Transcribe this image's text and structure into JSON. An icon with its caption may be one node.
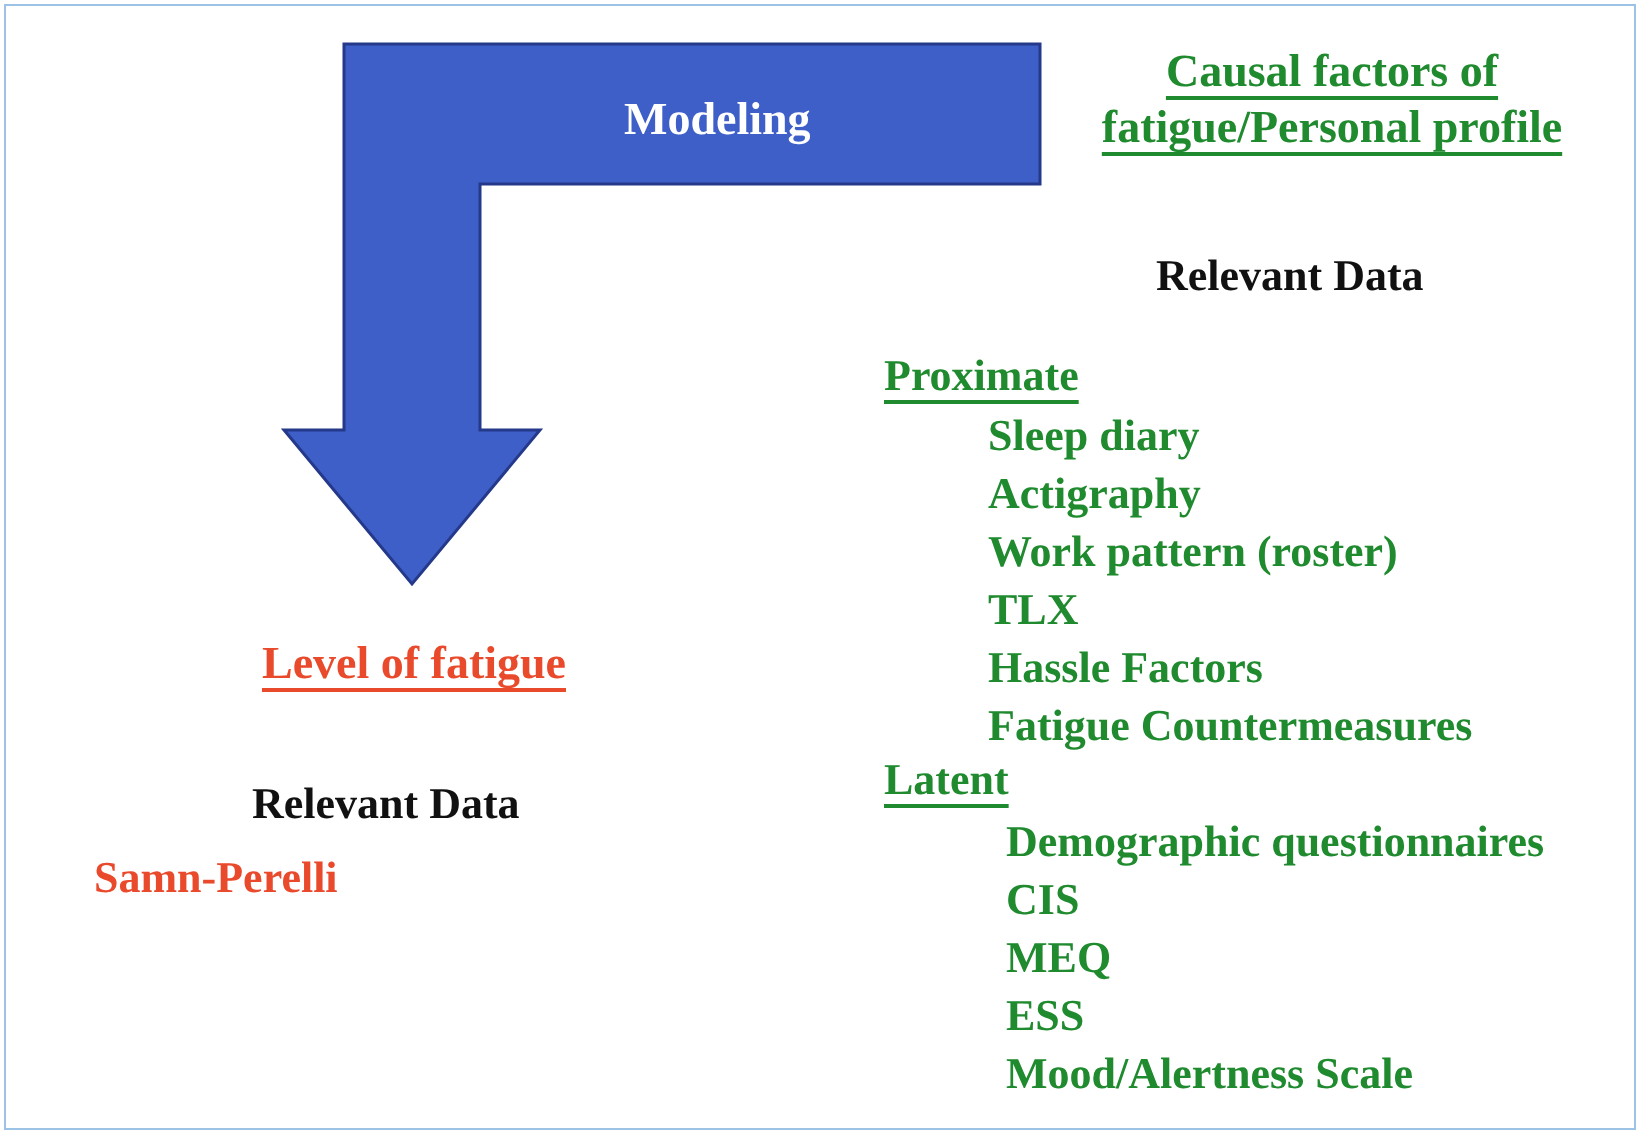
{
  "diagram": {
    "nodes": [
      {
        "text": [
          "Causal factors of fatigue/Personal profile"
        ]
      },
      {
        "text": [
          "Level of fatigue"
        ]
      }
    ],
    "edges": [
      {
        "from": 0,
        "to": 1,
        "arrow": "to",
        "label": "Modeling",
        "style": "thick",
        "color": "#3f5fc8"
      }
    ],
    "labels": [
      "Relevant Data",
      "Proximate",
      "Sleep diary",
      "Actigraphy",
      "Work pattern (roster)",
      "TLX",
      "Hassle Factors",
      "Fatigue Countermeasures",
      "Latent",
      "Demographic questionnaires",
      "CIS",
      "MEQ",
      "ESS",
      "Mood/Alertness Scale",
      "Relevant Data",
      "Samn-Perelli"
    ]
  }
}
